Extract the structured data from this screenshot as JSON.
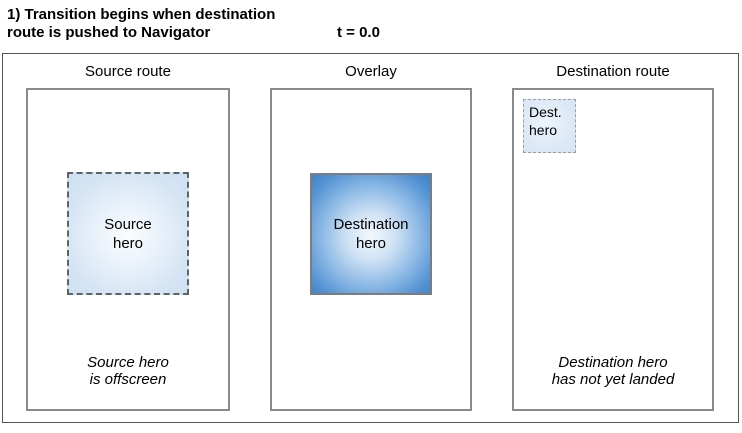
{
  "header": {
    "title": "1) Transition begins when destination\nroute is pushed to Navigator",
    "time_label": "t = 0.0"
  },
  "panels": {
    "source": {
      "label": "Source route",
      "hero_label": "Source\nhero",
      "caption": "Source hero\nis offscreen"
    },
    "overlay": {
      "label": "Overlay",
      "hero_label": "Destination\nhero"
    },
    "destination": {
      "label": "Destination route",
      "hero_label": "Dest.\nhero",
      "caption": "Destination hero\nhas not yet landed"
    }
  },
  "colors": {
    "text": "#000000",
    "outer_border": "#555555",
    "panel_border": "#8a8a8a",
    "hero_dashed_border": "#5e6366",
    "overlay_hero_border": "#7d7d7d",
    "small_hero_border": "#9b9fa3",
    "light_blue_center": "#fafdfe",
    "light_blue_edge": "#ccdff1",
    "deep_blue_center": "#f2f8fd",
    "deep_blue_edge": "#3e82c8"
  }
}
